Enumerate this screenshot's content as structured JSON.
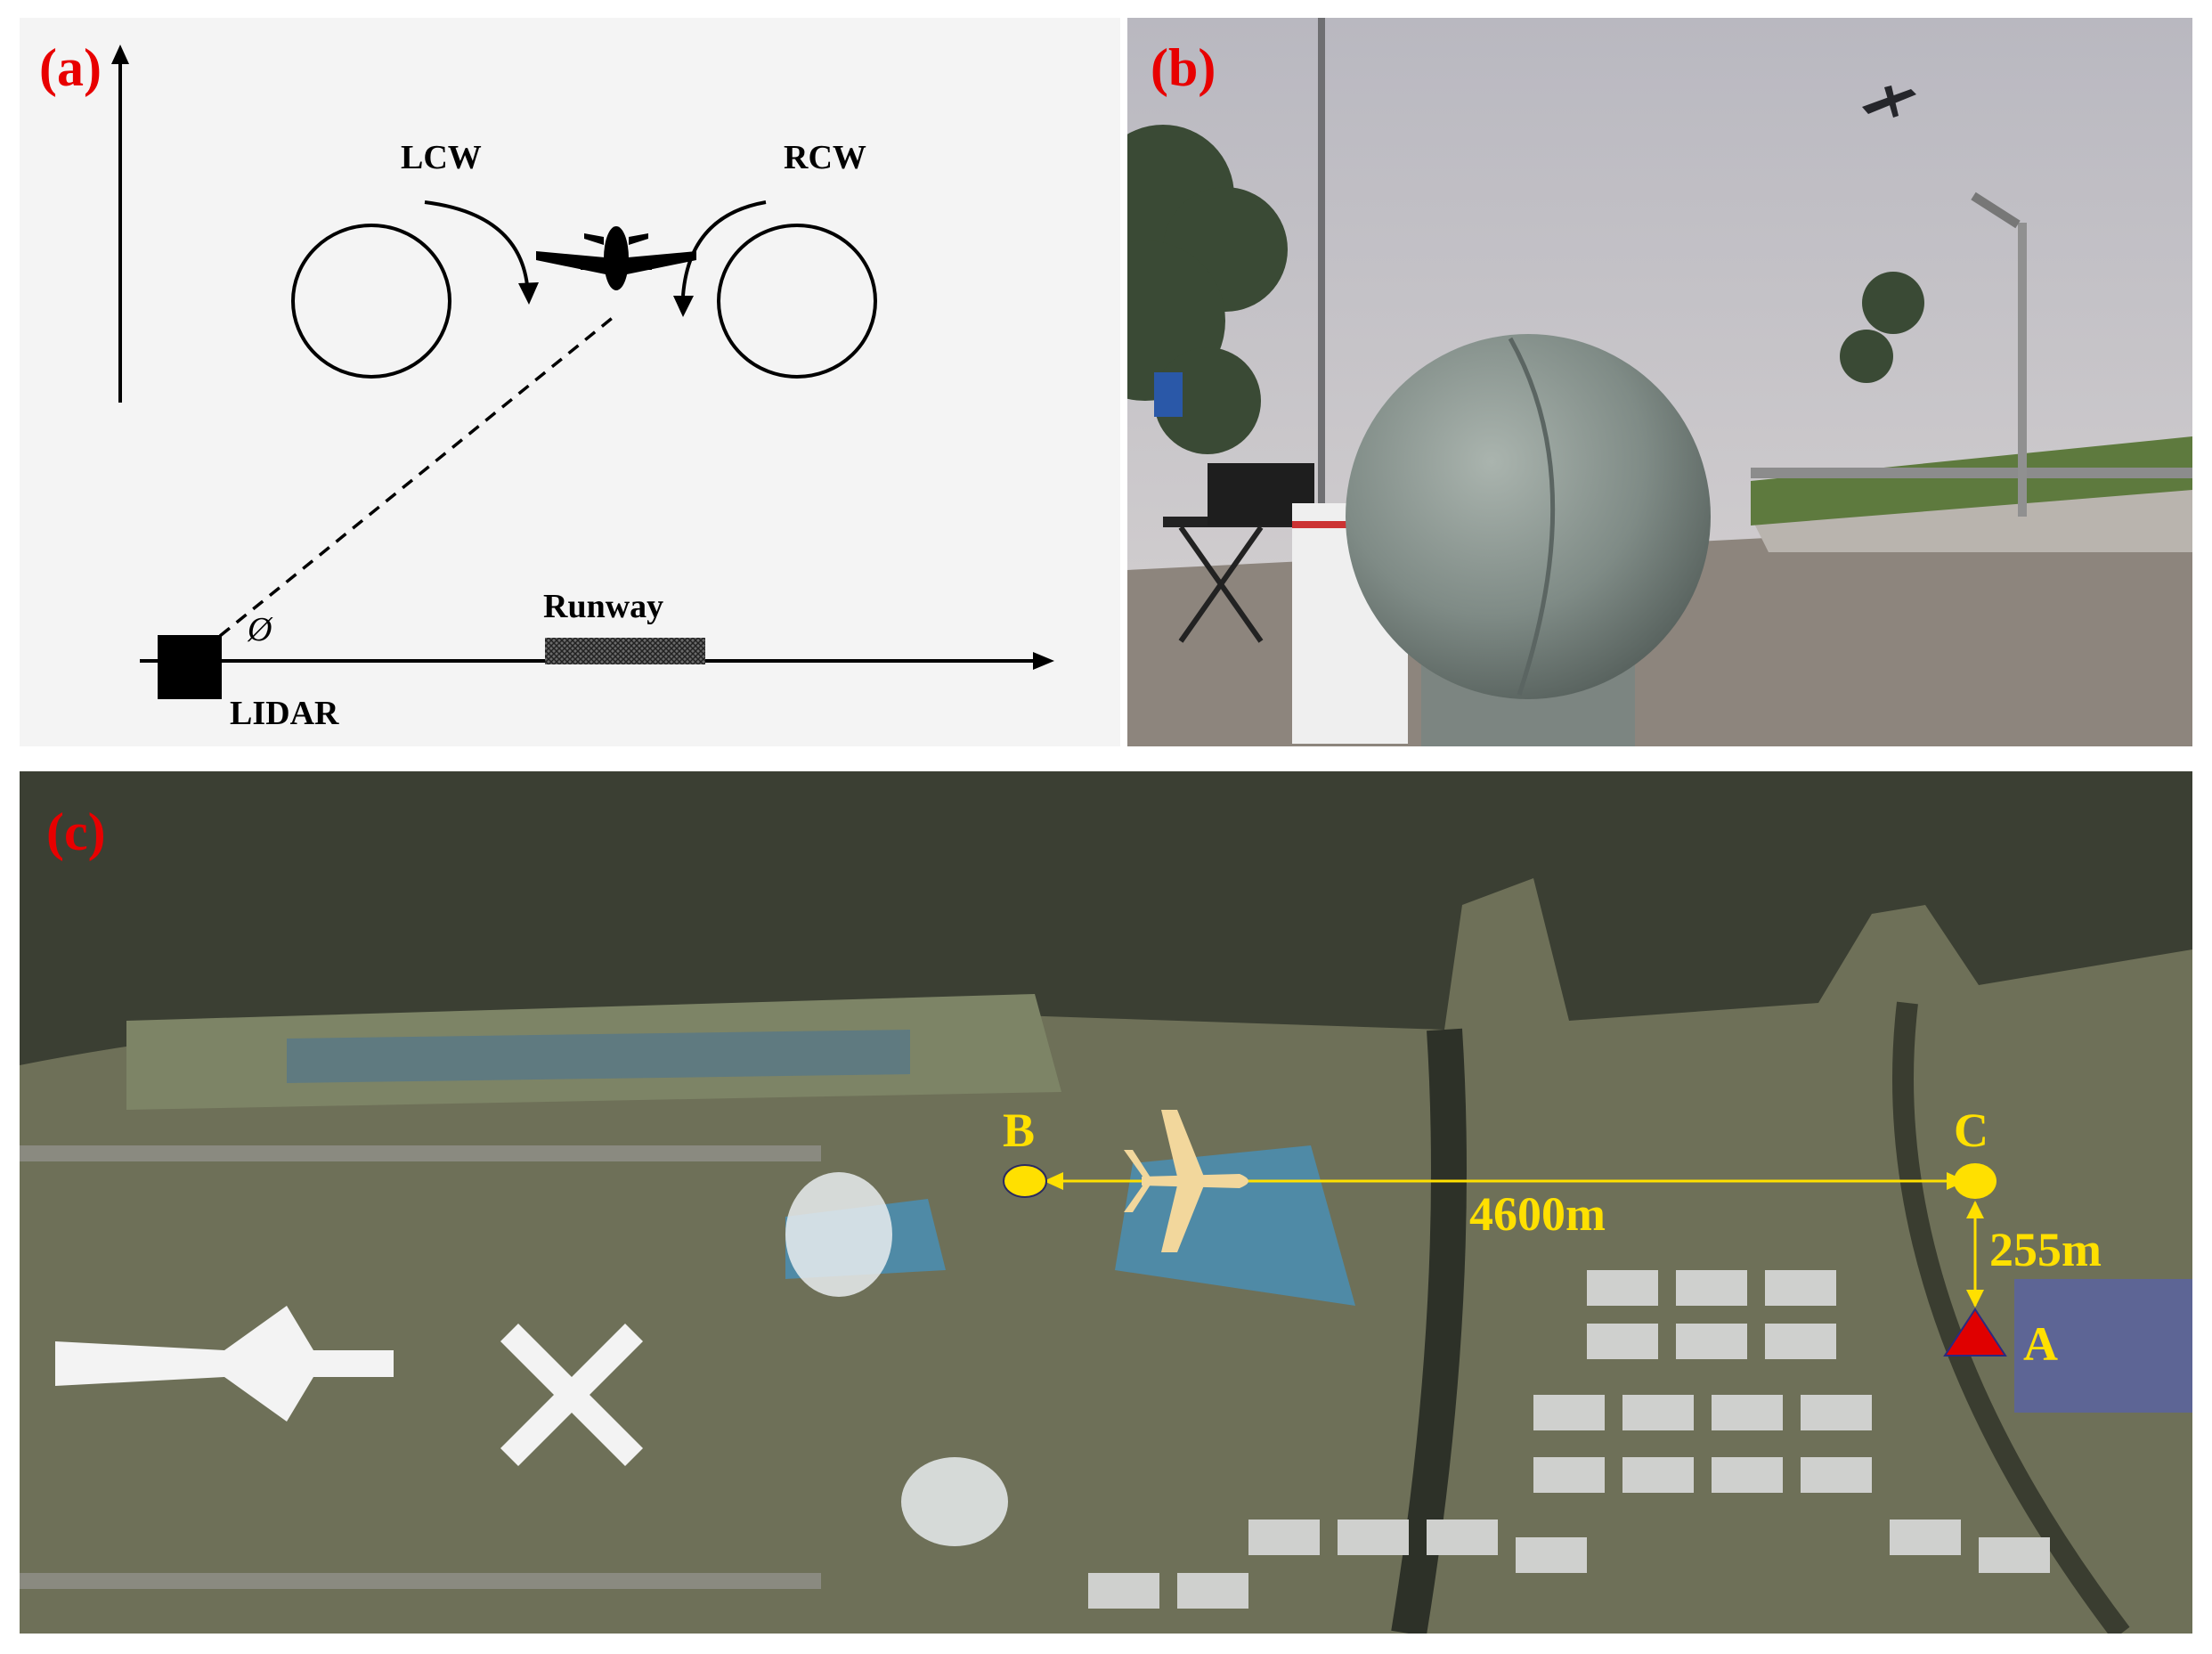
{
  "panels": {
    "a": {
      "tag": "(a)",
      "left_vortex_label": "LCW",
      "right_vortex_label": "RCW",
      "angle_symbol": "Ø",
      "runway_label": "Runway",
      "lidar_label": "LIDAR"
    },
    "b": {
      "tag": "(b)"
    },
    "c": {
      "tag": "(c)",
      "point_b": "B",
      "point_c": "C",
      "point_a": "A",
      "distance_bc": "4600m",
      "distance_ca": "255m"
    }
  },
  "colors": {
    "tag_red": "#e80000",
    "marker_yellow": "#ffe000",
    "marker_red": "#e00000",
    "aircraft_silhouette": "#f2d79c"
  }
}
